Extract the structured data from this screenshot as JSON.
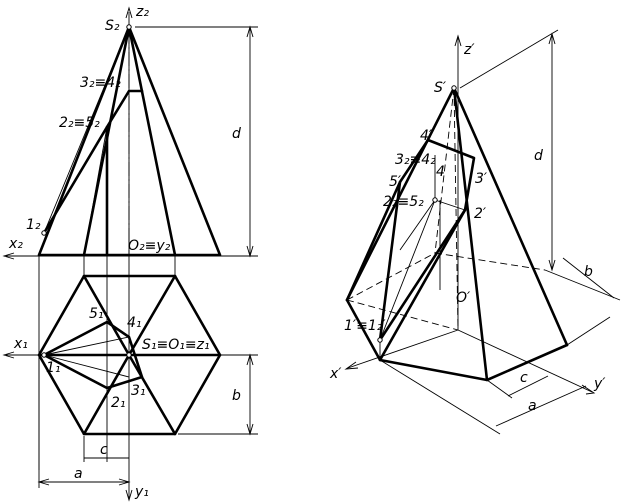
{
  "front_view": {
    "apex": "S₂",
    "z_axis": "z₂",
    "pt_3_4": "3₂≡4₂",
    "pt_2_5": "2₂≡5₂",
    "pt_1": "1₂",
    "x_axis": "x₂",
    "origin": "O₂≡y₂",
    "dim_d": "d"
  },
  "top_view": {
    "x_axis": "x₁",
    "y_axis": "y₁",
    "pt_5": "5₁",
    "pt_4": "4₁",
    "pt_1": "1₁",
    "pt_2": "2₁",
    "pt_3": "3₁",
    "center": "S₁≡O₁≡z₁",
    "dim_b": "b",
    "dim_c": "c",
    "dim_a": "a"
  },
  "axonometric": {
    "apex": "S′",
    "z_axis": "z′",
    "x_axis": "x′",
    "y_axis": "y′",
    "origin": "O′",
    "pt_4": "4′",
    "pt_3_4": "3₂≡4₂",
    "pt_5": "5′",
    "pt_3": "3′",
    "pt_2_5": "2₂≡5₂",
    "pt_2": "2′",
    "pt_1": "1′≡1₂′",
    "pt_4_small": "4",
    "dim_d": "d",
    "dim_b": "b",
    "dim_c": "c",
    "dim_a": "a"
  }
}
